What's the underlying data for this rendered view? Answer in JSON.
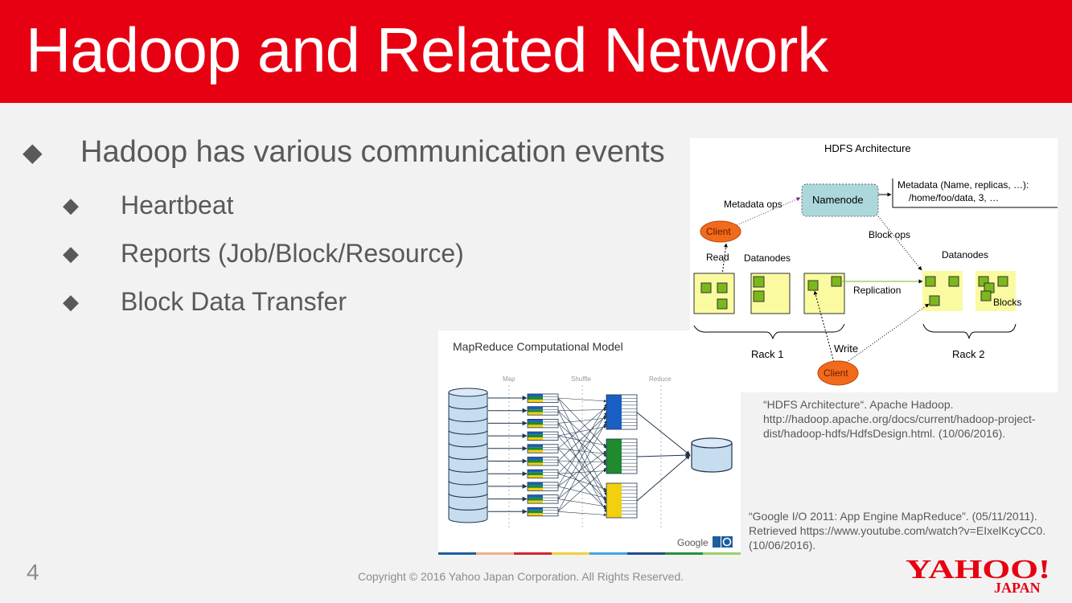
{
  "slide": {
    "title": "Hadoop and Related Network",
    "page_number": "4",
    "copyright": "Copyright © 2016  Yahoo Japan Corporation. All Rights Reserved.",
    "brand_color": "#e60012",
    "bullet_icon": "diamond-icon",
    "bullets": [
      {
        "text": "Hadoop has various communication events",
        "level": 1
      },
      {
        "text": "Heartbeat",
        "level": 2
      },
      {
        "text": "Reports (Job/Block/Resource)",
        "level": 2
      },
      {
        "text": "Block Data Transfer",
        "level": 2
      }
    ]
  },
  "hdfs_figure": {
    "title": "HDFS Architecture",
    "namenode": "Namenode",
    "metadata_line1": "Metadata (Name, replicas, …):",
    "metadata_line2": "/home/foo/data, 3, …",
    "metadata_ops": "Metadata ops",
    "block_ops": "Block ops",
    "client_top": "Client",
    "client_bottom": "Client",
    "read": "Read",
    "write": "Write",
    "datanodes_left": "Datanodes",
    "datanodes_right": "Datanodes",
    "replication": "Replication",
    "blocks": "Blocks",
    "rack1": "Rack 1",
    "rack2": "Rack 2"
  },
  "mapreduce_figure": {
    "title": "MapReduce Computational Model",
    "phase_map": "Map",
    "phase_shuffle": "Shuffle",
    "phase_reduce": "Reduce",
    "brand": "Google",
    "input_rows": 10,
    "reducer_colors": [
      "#1a5fc4",
      "#1f8a2e",
      "#f2d00f"
    ],
    "bottom_bar_colors": [
      "#1c5e9e",
      "#f0b08a",
      "#d0262f",
      "#f1cf3a",
      "#41a8dc",
      "#1c4f8c",
      "#2a8f3c",
      "#9bd06b"
    ]
  },
  "citations": {
    "hdfs": [
      "“HDFS Architecture“. Apache Hadoop.",
      "http://hadoop.apache.org/docs/current/hadoop-project-",
      "dist/hadoop-hdfs/HdfsDesign.html. (10/06/2016)."
    ],
    "mapreduce": [
      "“Google I/O 2011: App Engine MapReduce”. (05/11/2011).",
      "Retrieved https://www.youtube.com/watch?v=EIxelKcyCC0.",
      "(10/06/2016)."
    ]
  },
  "logo": {
    "main": "YAHOO!",
    "sub": "JAPAN"
  }
}
